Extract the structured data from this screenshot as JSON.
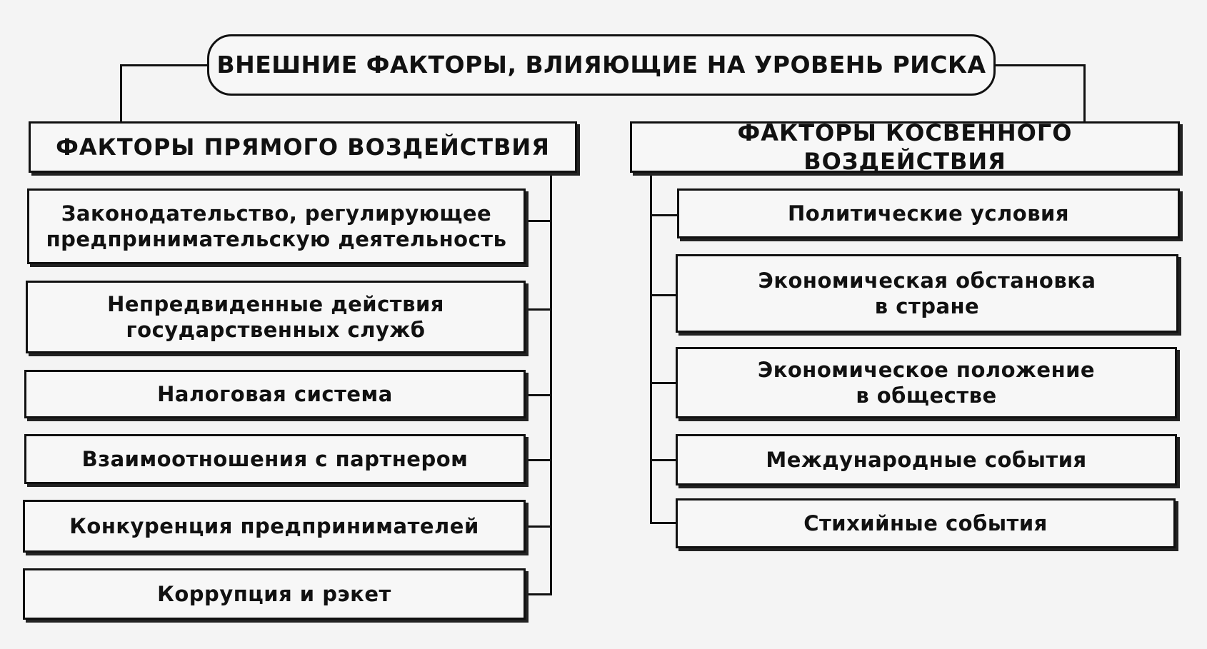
{
  "root": {
    "title": "ВНЕШНИЕ ФАКТОРЫ, ВЛИЯЮЩИЕ НА УРОВЕНЬ РИСКА"
  },
  "left": {
    "title": "ФАКТОРЫ ПРЯМОГО ВОЗДЕЙСТВИЯ",
    "items": [
      {
        "label": "Законодательство, регулирующее\nпредпринимательскую деятельность"
      },
      {
        "label": "Непредвиденные действия\nгосударственных служб"
      },
      {
        "label": "Налоговая система"
      },
      {
        "label": "Взаимоотношения с партнером"
      },
      {
        "label": "Конкуренция предпринимателей"
      },
      {
        "label": "Коррупция и рэкет"
      }
    ]
  },
  "right": {
    "title": "ФАКТОРЫ КОСВЕННОГО ВОЗДЕЙСТВИЯ",
    "items": [
      {
        "label": "Политические условия"
      },
      {
        "label": "Экономическая обстановка\nв стране"
      },
      {
        "label": "Экономическое положение\nв обществе"
      },
      {
        "label": "Международные события"
      },
      {
        "label": "Стихийные события"
      }
    ]
  }
}
